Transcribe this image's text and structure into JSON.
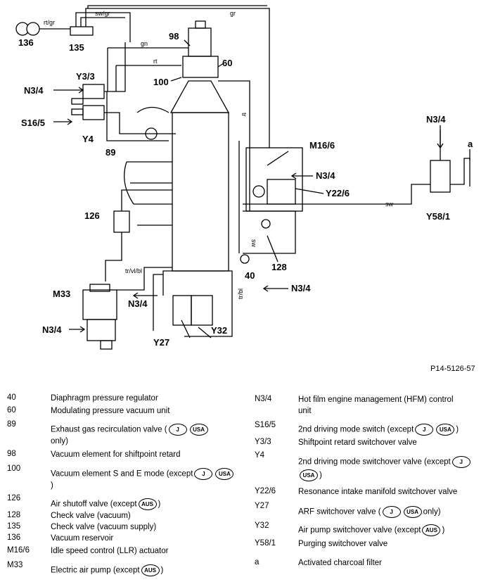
{
  "labels": {
    "c136": "136",
    "c135": "135",
    "c98": "98",
    "c60": "60",
    "c100": "100",
    "y33": "Y3/3",
    "n34a": "N3/4",
    "s165": "S16/5",
    "y4": "Y4",
    "c89": "89",
    "m166": "M16/6",
    "n34b": "N3/4",
    "y226": "Y22/6",
    "n34c": "N3/4",
    "a": "a",
    "y581": "Y58/1",
    "c126": "126",
    "c128": "128",
    "c40": "40",
    "n34d": "N3/4",
    "m33": "M33",
    "n34e": "N3/4",
    "n34f": "N3/4",
    "y27": "Y27",
    "y32": "Y32"
  },
  "wires": {
    "rtgr": "rt/gr",
    "swgr": "sw/gr",
    "gr": "gr",
    "gn": "gn",
    "rt": "rt",
    "tr": "tr",
    "sw": "sw",
    "trvlbl": "tr/vl/bl",
    "trbl": "tr/bl",
    "swv": "sw"
  },
  "ref": "P14-5126-57",
  "badges": {
    "J": "J",
    "USA": "USA",
    "AUS": "AUS"
  },
  "legend_left": [
    {
      "code": "40",
      "text": "Diaphragm pressure regulator"
    },
    {
      "code": "60",
      "text": "Modulating pressure vacuum unit"
    },
    {
      "code": "89",
      "text": "Exhaust gas recirculation valve (",
      "text2": "only)"
    },
    {
      "code": "98",
      "text": "Vacuum element for shiftpoint retard"
    },
    {
      "code": "100",
      "text": "Vacuum element S and E mode (except",
      "text2": ")"
    },
    {
      "code": "126",
      "text": "Air shutoff valve (except",
      "text2": ")"
    },
    {
      "code": "128",
      "text": "Check valve (vacuum)"
    },
    {
      "code": "135",
      "text": "Check valve (vacuum supply)"
    },
    {
      "code": "136",
      "text": "Vacuum reservoir"
    },
    {
      "code": "M16/6",
      "text": "Idle speed control (LLR) actuator"
    },
    {
      "code": "M33",
      "text": "Electric air pump (except",
      "text2": ")"
    }
  ],
  "legend_right": [
    {
      "code": "N3/4",
      "text": "Hot film engine management (HFM) control",
      "text2": "unit"
    },
    {
      "code": "S16/5",
      "text": "2nd driving mode switch (except",
      "text2": ")"
    },
    {
      "code": "Y3/3",
      "text": "Shiftpoint retard switchover valve"
    },
    {
      "code": "Y4",
      "text": "2nd driving mode switchover valve (except",
      "text2": ""
    },
    {
      "code": "Y22/6",
      "text": "Resonance intake manifold switchover valve"
    },
    {
      "code": "Y27",
      "text": "ARF switchover valve (",
      "text2": "only)"
    },
    {
      "code": "Y32",
      "text": "Air pump switchover valve (except",
      "text2": ")"
    },
    {
      "code": "Y58/1",
      "text": "Purging switchover valve"
    },
    {
      "code": "a",
      "text": "Activated charcoal filter"
    }
  ]
}
